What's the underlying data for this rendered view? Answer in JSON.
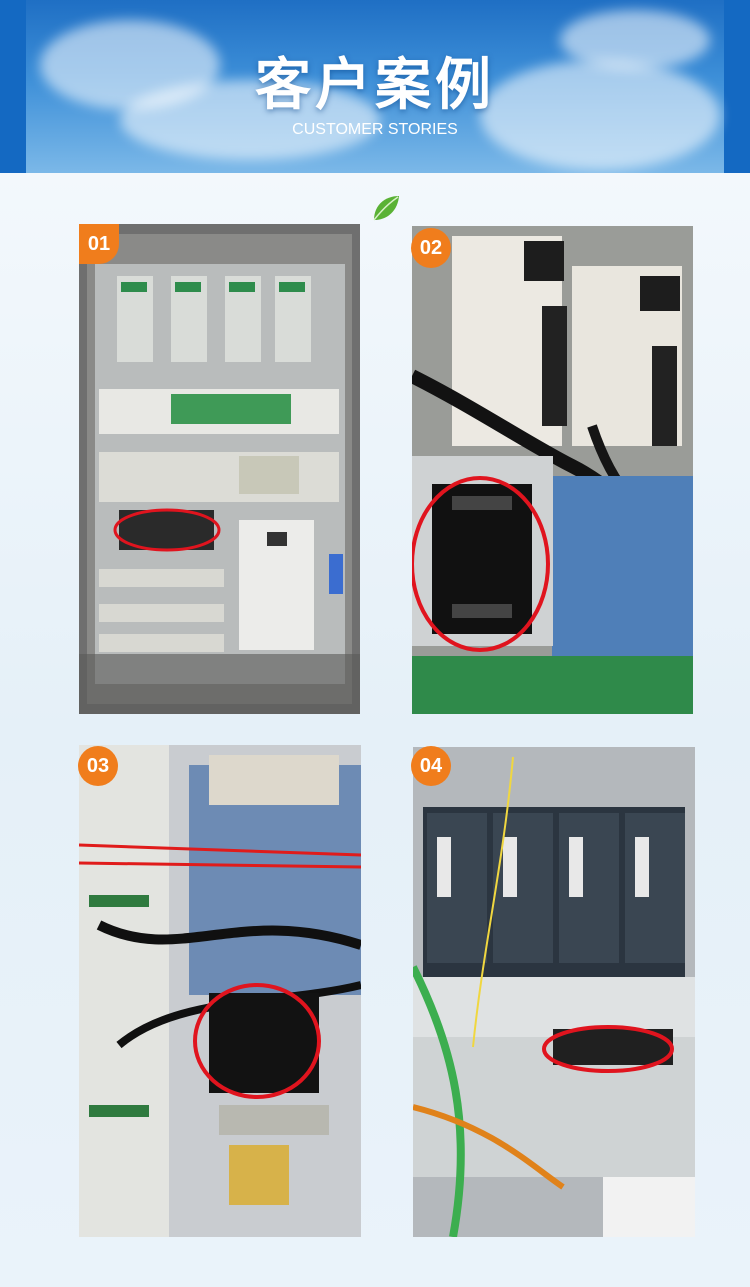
{
  "header": {
    "title": "客户案例",
    "subtitle": "CUSTOMER STORIES"
  },
  "cases": [
    {
      "number": "01",
      "image": "control-cabinet-photo-1"
    },
    {
      "number": "02",
      "image": "control-cabinet-photo-2"
    },
    {
      "number": "03",
      "image": "control-cabinet-photo-3"
    },
    {
      "number": "04",
      "image": "control-cabinet-photo-4"
    }
  ],
  "colors": {
    "badge": "#f07d1c",
    "highlight_circle": "#e0141e",
    "banner_blue": "#1f6fc4"
  }
}
